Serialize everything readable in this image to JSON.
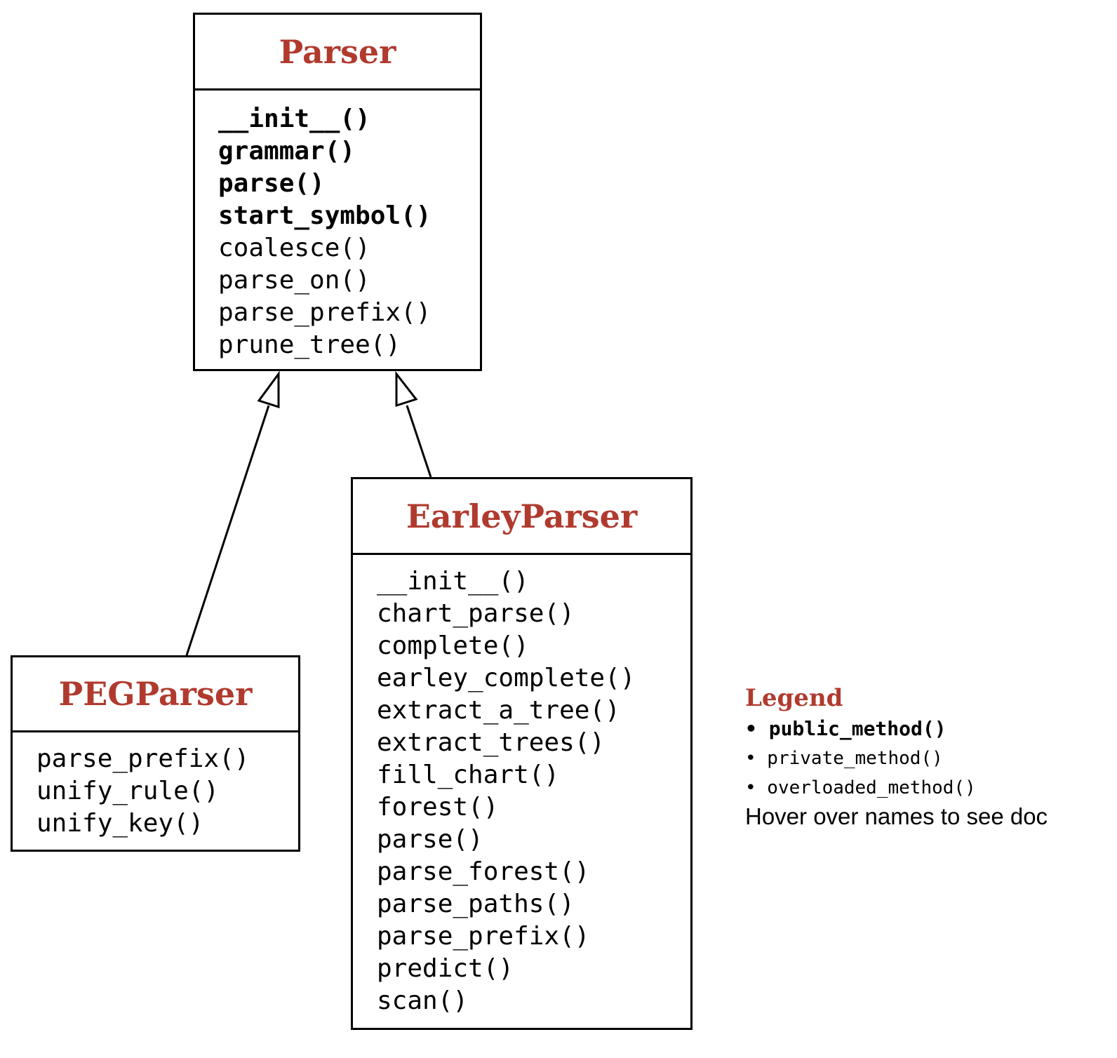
{
  "colors": {
    "class_name": "#b03a2e",
    "text": "#000000",
    "border": "#000000",
    "background": "#ffffff"
  },
  "classes": {
    "parser": {
      "name": "Parser",
      "methods": [
        "__init__()",
        "grammar()",
        "parse()",
        "start_symbol()",
        "coalesce()",
        "parse_on()",
        "parse_prefix()",
        "prune_tree()"
      ]
    },
    "earley_parser": {
      "name": "EarleyParser",
      "methods": [
        "__init__()",
        "chart_parse()",
        "complete()",
        "earley_complete()",
        "extract_a_tree()",
        "extract_trees()",
        "fill_chart()",
        "forest()",
        "parse()",
        "parse_forest()",
        "parse_paths()",
        "parse_prefix()",
        "predict()",
        "scan()"
      ]
    },
    "peg_parser": {
      "name": "PEGParser",
      "methods": [
        "parse_prefix()",
        "unify_rule()",
        "unify_key()"
      ]
    }
  },
  "legend": {
    "title": "Legend",
    "items": [
      "• public_method()",
      "• private_method()",
      "• overloaded_method()"
    ],
    "note": "Hover over names to see doc"
  }
}
